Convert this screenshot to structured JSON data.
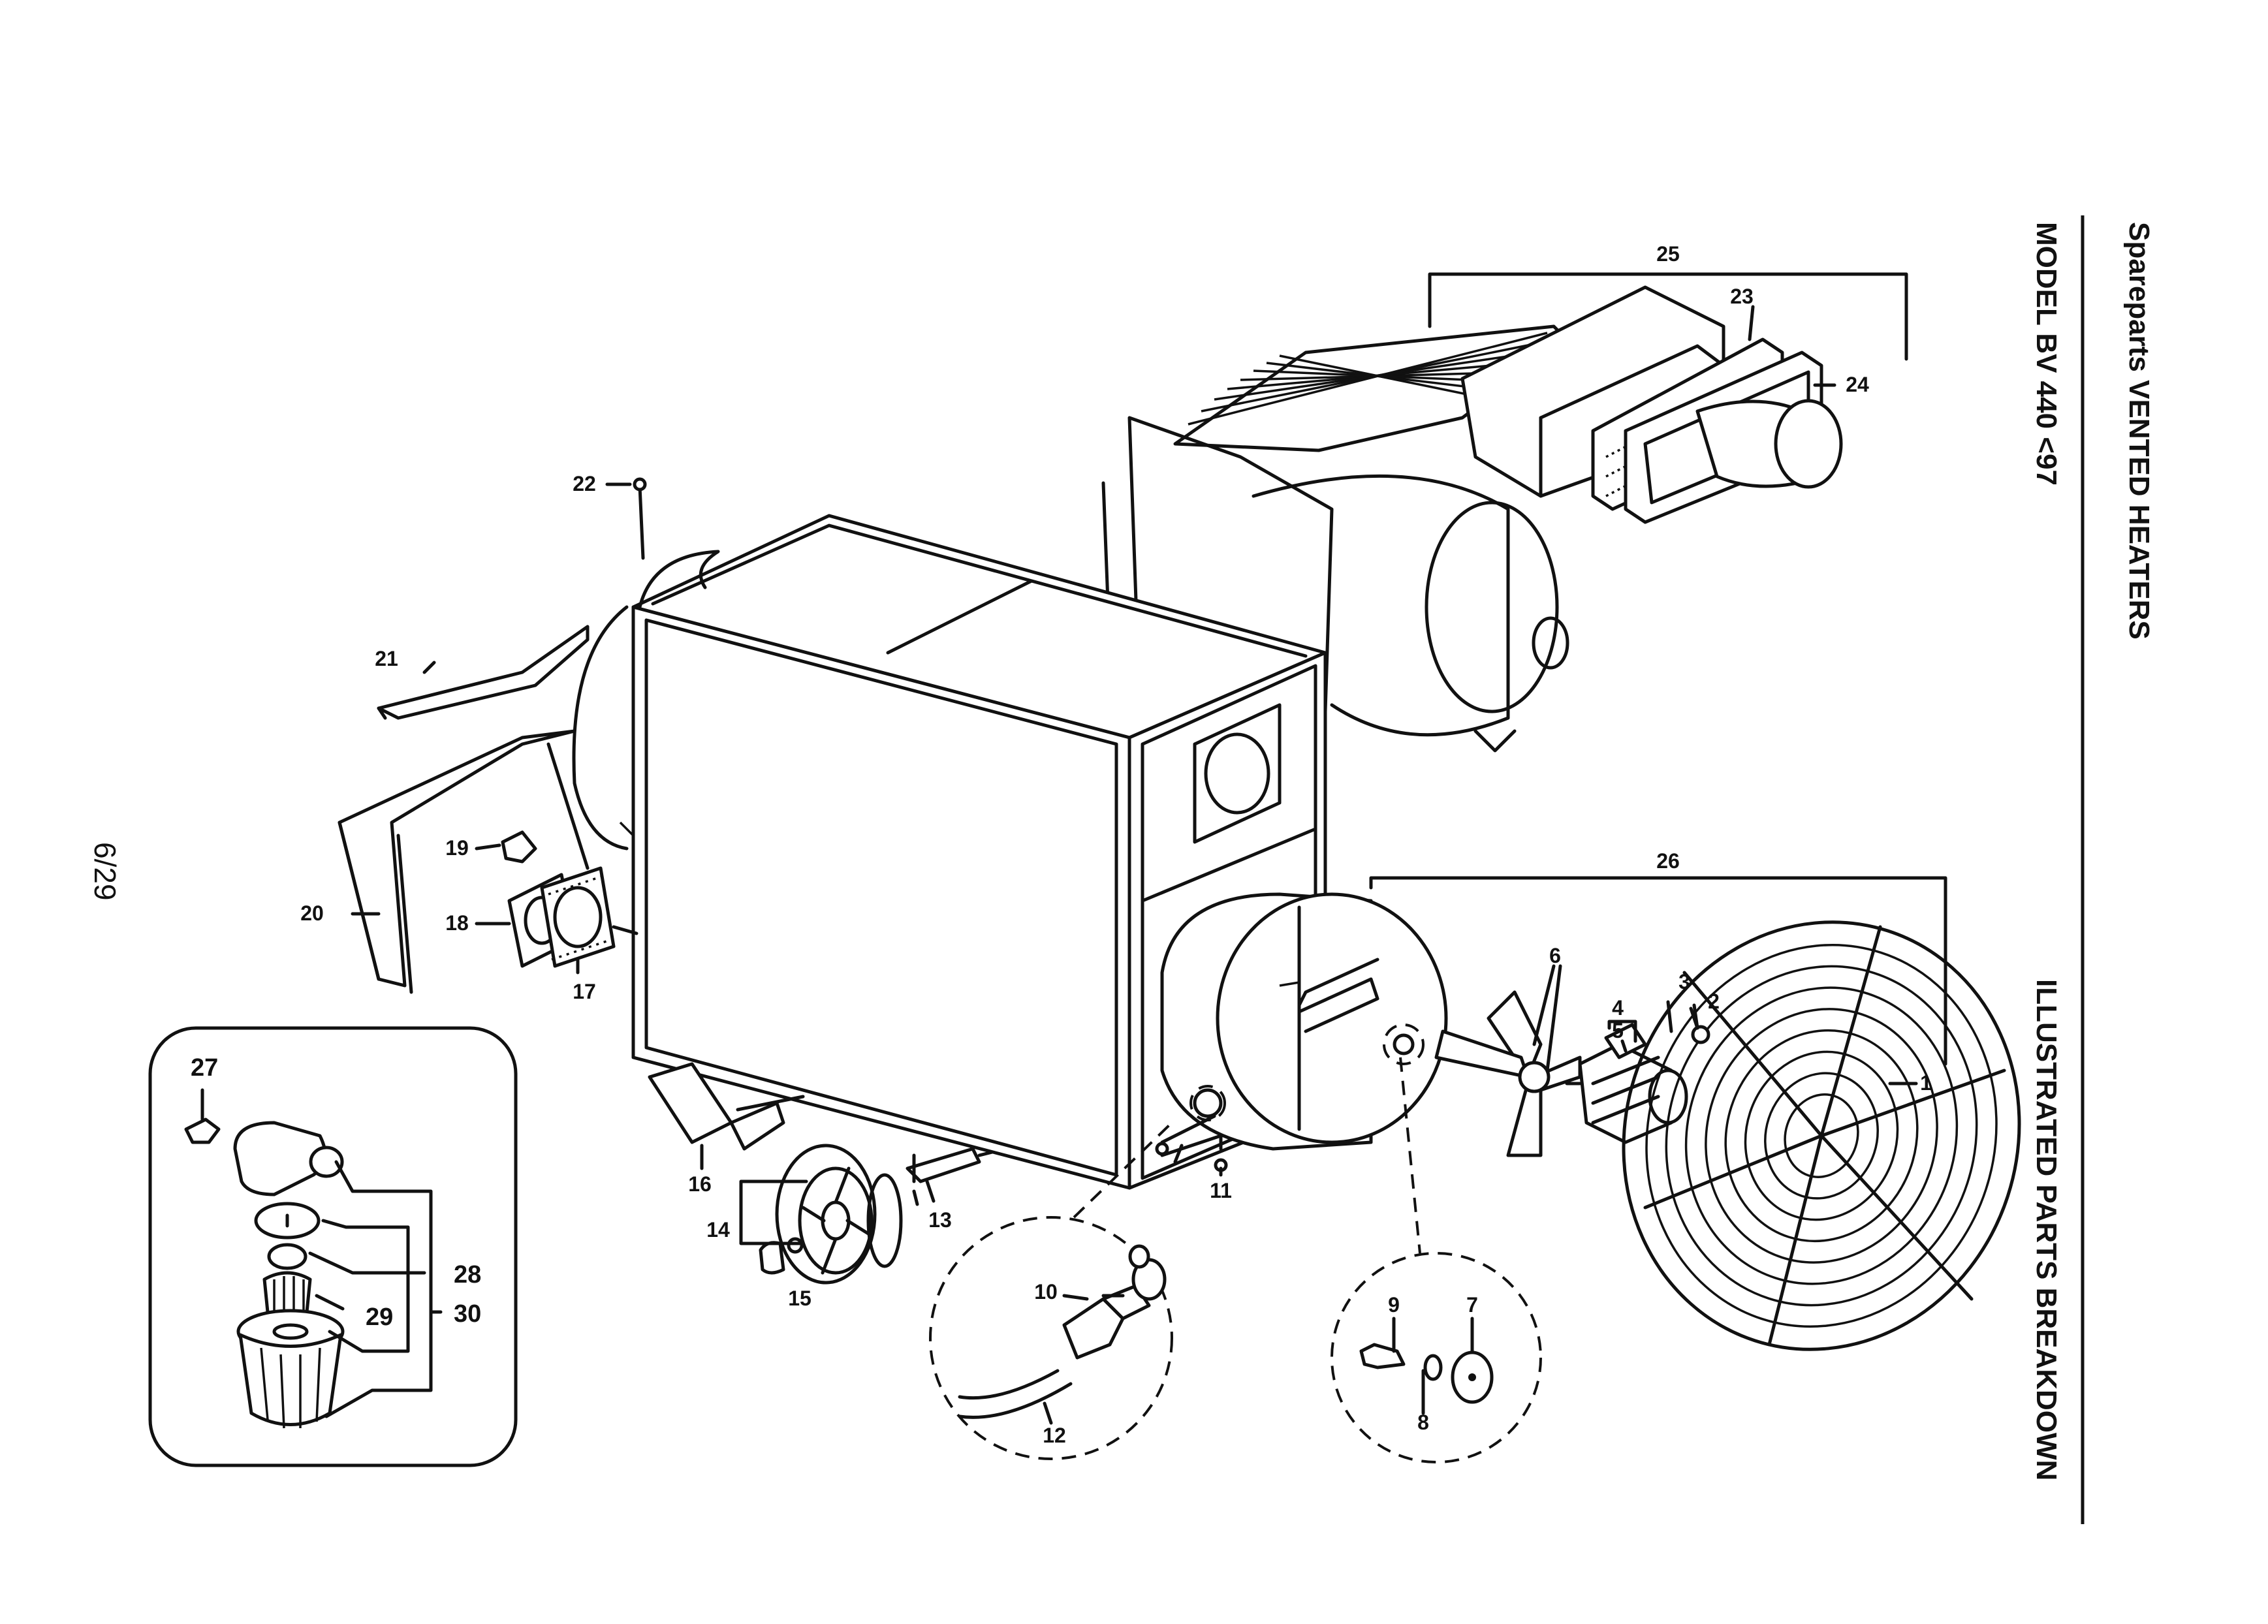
{
  "header": {
    "title": "Spareparts VENTED HEATERS",
    "model": "MODEL BV 440 <97",
    "section": "ILLUSTRATED PARTS BREAKDOWN"
  },
  "page_number": "6/29",
  "callouts": {
    "c1": "1",
    "c2": "2",
    "c3": "3",
    "c4": "4",
    "c5": "5",
    "c6": "6",
    "c7": "7",
    "c8": "8",
    "c9": "9",
    "c10": "10",
    "c11": "11",
    "c12": "12",
    "c13": "13",
    "c14": "14",
    "c15": "15",
    "c16": "16",
    "c17": "17",
    "c18": "18",
    "c19": "19",
    "c20": "20",
    "c21": "21",
    "c22": "22",
    "c23": "23",
    "c24": "24",
    "c25": "25",
    "c26": "26",
    "c27": "27",
    "c28": "28",
    "c29": "29",
    "c30": "30"
  }
}
